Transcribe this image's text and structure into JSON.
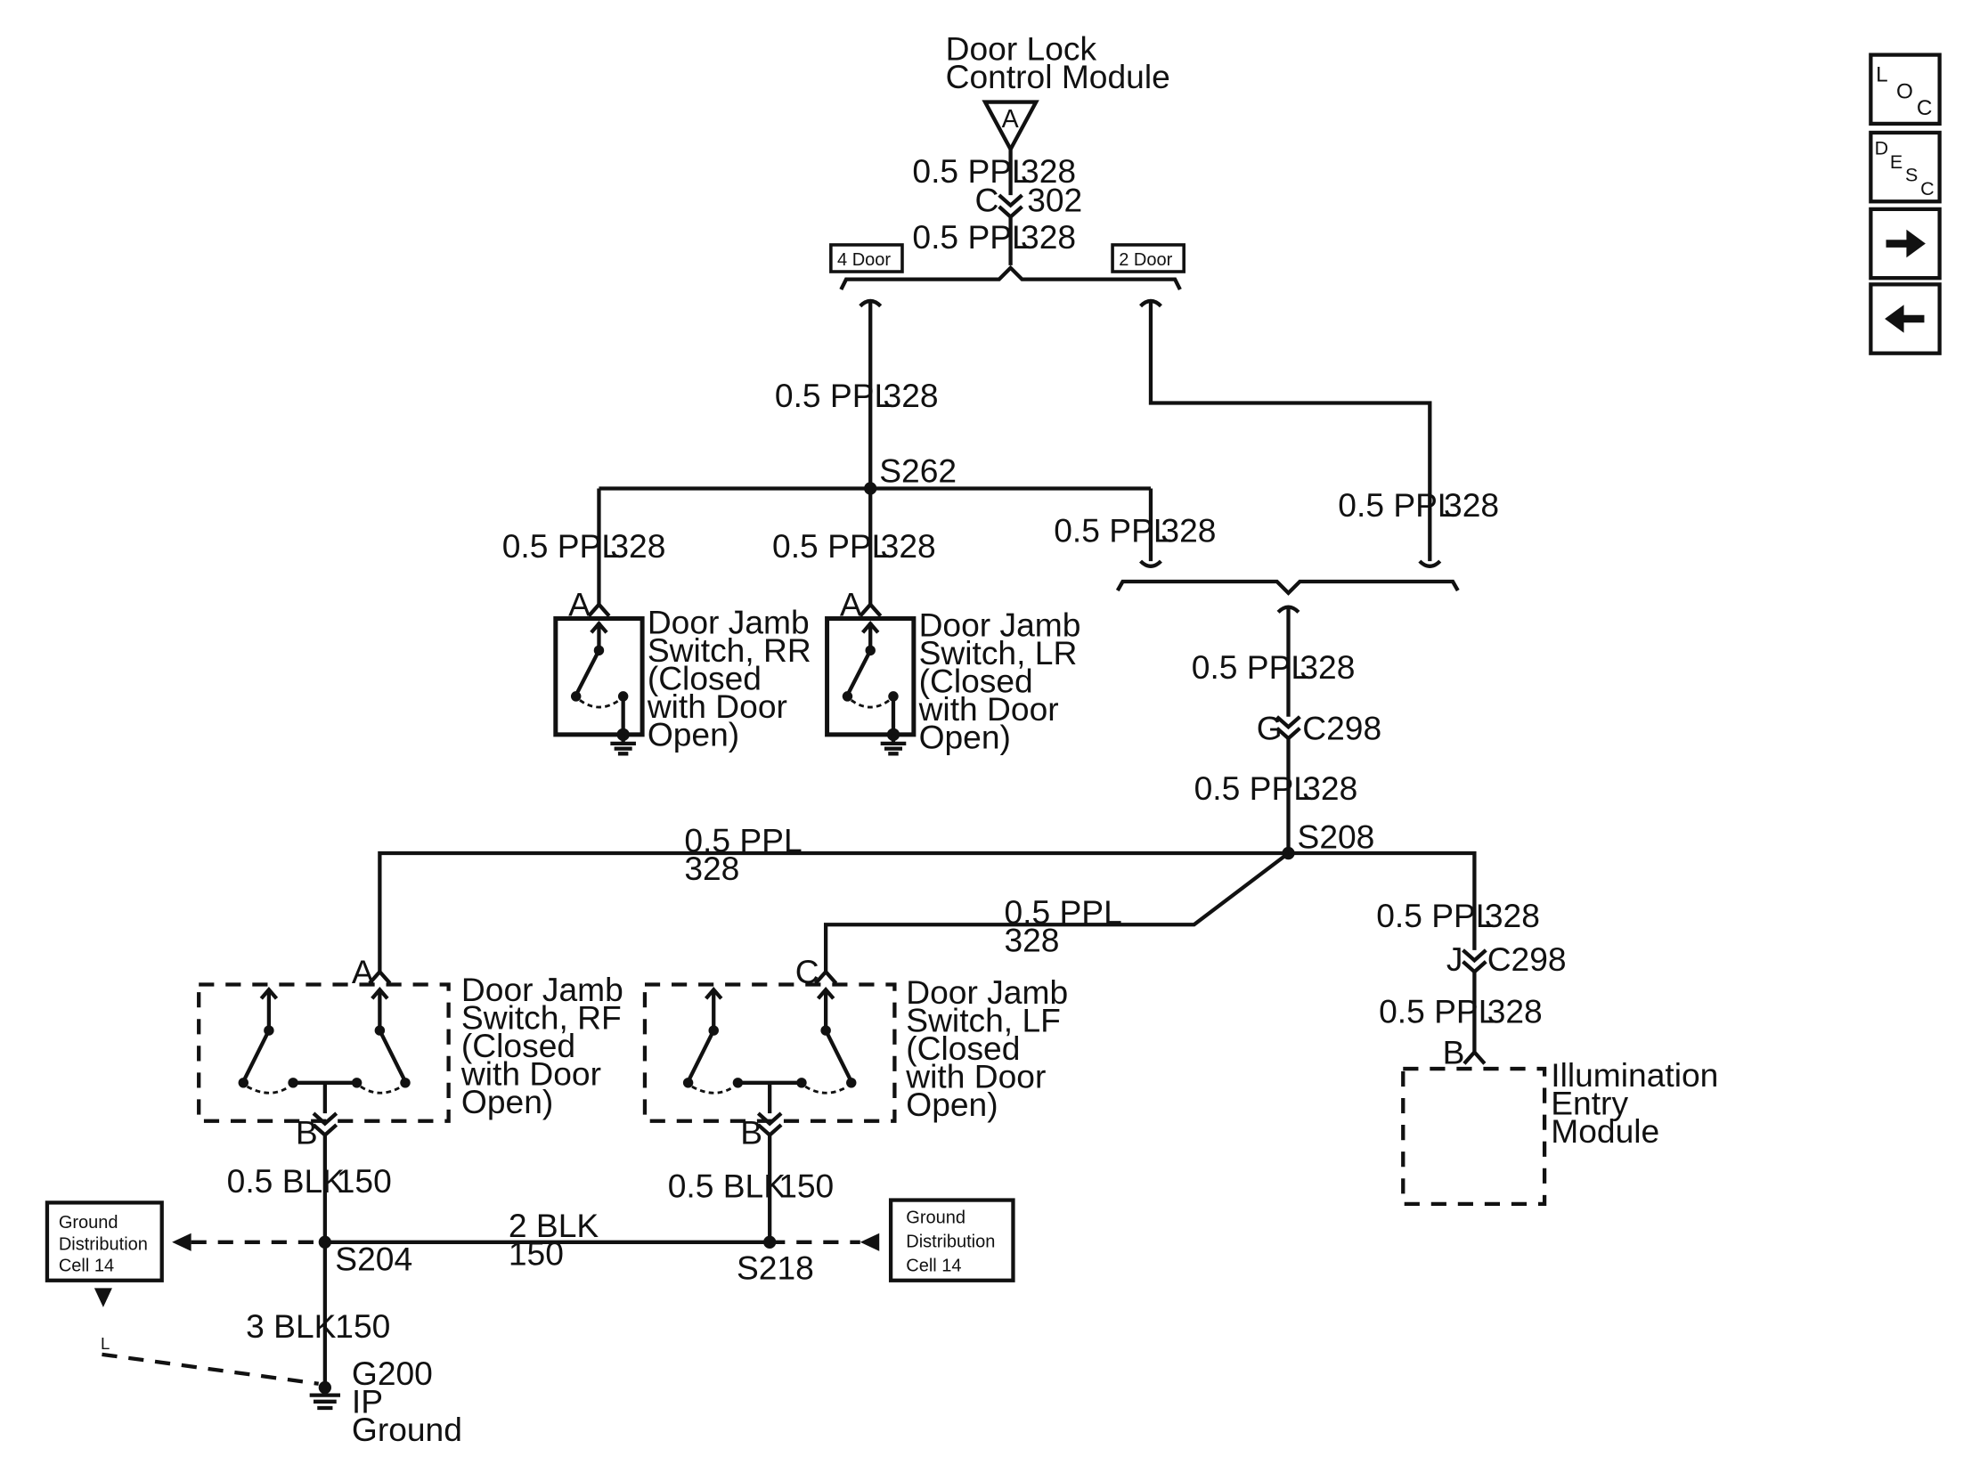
{
  "nav": {
    "loc": {
      "l1": "L",
      "l2": "O",
      "l3": "C"
    },
    "desc": {
      "l1": "D",
      "l2": "E",
      "l3": "S",
      "l4": "C"
    },
    "next_icon": "arrow-right-icon",
    "prev_icon": "arrow-left-icon"
  },
  "dlcm": {
    "line1": "Door Lock",
    "line2": "Control Module",
    "pin": "A"
  },
  "w_top1": {
    "gauge": "0.5 PPL",
    "circuit": "328"
  },
  "c302": {
    "pin": "C",
    "name": "302"
  },
  "w_top2": {
    "gauge": "0.5 PPL",
    "circuit": "328"
  },
  "opt": {
    "four_door": "4 Door",
    "two_door": "2 Door"
  },
  "w_4door": {
    "gauge": "0.5 PPL",
    "circuit": "328"
  },
  "s262": "S262",
  "w_rr": {
    "gauge": "0.5 PPL",
    "circuit": "328"
  },
  "w_lr": {
    "gauge": "0.5 PPL",
    "circuit": "328"
  },
  "w_s262r": {
    "gauge": "0.5 PPL",
    "circuit": "328"
  },
  "w_2door": {
    "gauge": "0.5 PPL",
    "circuit": "328"
  },
  "sw_rr": {
    "pin": "A",
    "lines": [
      "Door Jamb",
      "Switch, RR",
      "(Closed",
      "with Door",
      "Open)"
    ]
  },
  "sw_lr": {
    "pin": "A",
    "lines": [
      "Door Jamb",
      "Switch, LR",
      "(Closed",
      "with Door",
      "Open)"
    ]
  },
  "w_merge": {
    "gauge": "0.5 PPL",
    "circuit": "328"
  },
  "c298_top": {
    "pin": "G",
    "name": "C298"
  },
  "w_s208": {
    "gauge": "0.5 PPL",
    "circuit": "328"
  },
  "s208": "S208",
  "w_rf": {
    "gauge": "0.5 PPL",
    "circuit": "328"
  },
  "w_lf": {
    "gauge": "0.5 PPL",
    "circuit": "328"
  },
  "w_iem1": {
    "gauge": "0.5 PPL",
    "circuit": "328"
  },
  "c298_bot": {
    "pin": "J",
    "name": "C298"
  },
  "w_iem2": {
    "gauge": "0.5 PPL",
    "circuit": "328"
  },
  "sw_rf": {
    "pin_top": "A",
    "pin_bottom": "B",
    "lines": [
      "Door Jamb",
      "Switch, RF",
      "(Closed",
      "with Door",
      "Open)"
    ]
  },
  "sw_lf": {
    "pin_top": "C",
    "pin_bottom": "B",
    "lines": [
      "Door Jamb",
      "Switch, LF",
      "(Closed",
      "with Door",
      "Open)"
    ]
  },
  "iem": {
    "pin": "B",
    "lines": [
      "Illumination",
      "Entry",
      "Module"
    ]
  },
  "w_blk_rf": {
    "gauge": "0.5 BLK",
    "circuit": "150"
  },
  "w_blk_lf": {
    "gauge": "0.5 BLK",
    "circuit": "150"
  },
  "w_blk_mid": {
    "gauge": "2 BLK",
    "circuit": "150"
  },
  "s204": "S204",
  "s218": "S218",
  "w_blk_gnd": {
    "gauge": "3 BLK",
    "circuit": "150"
  },
  "g200": {
    "lines": [
      "G200",
      "IP",
      "Ground"
    ]
  },
  "gdc_left": {
    "lines": [
      "Ground",
      "Distribution",
      "Cell 14"
    ]
  },
  "gdc_right": {
    "lines": [
      "Ground",
      "Distribution",
      "Cell 14"
    ]
  },
  "gdc_dash_label": "L"
}
